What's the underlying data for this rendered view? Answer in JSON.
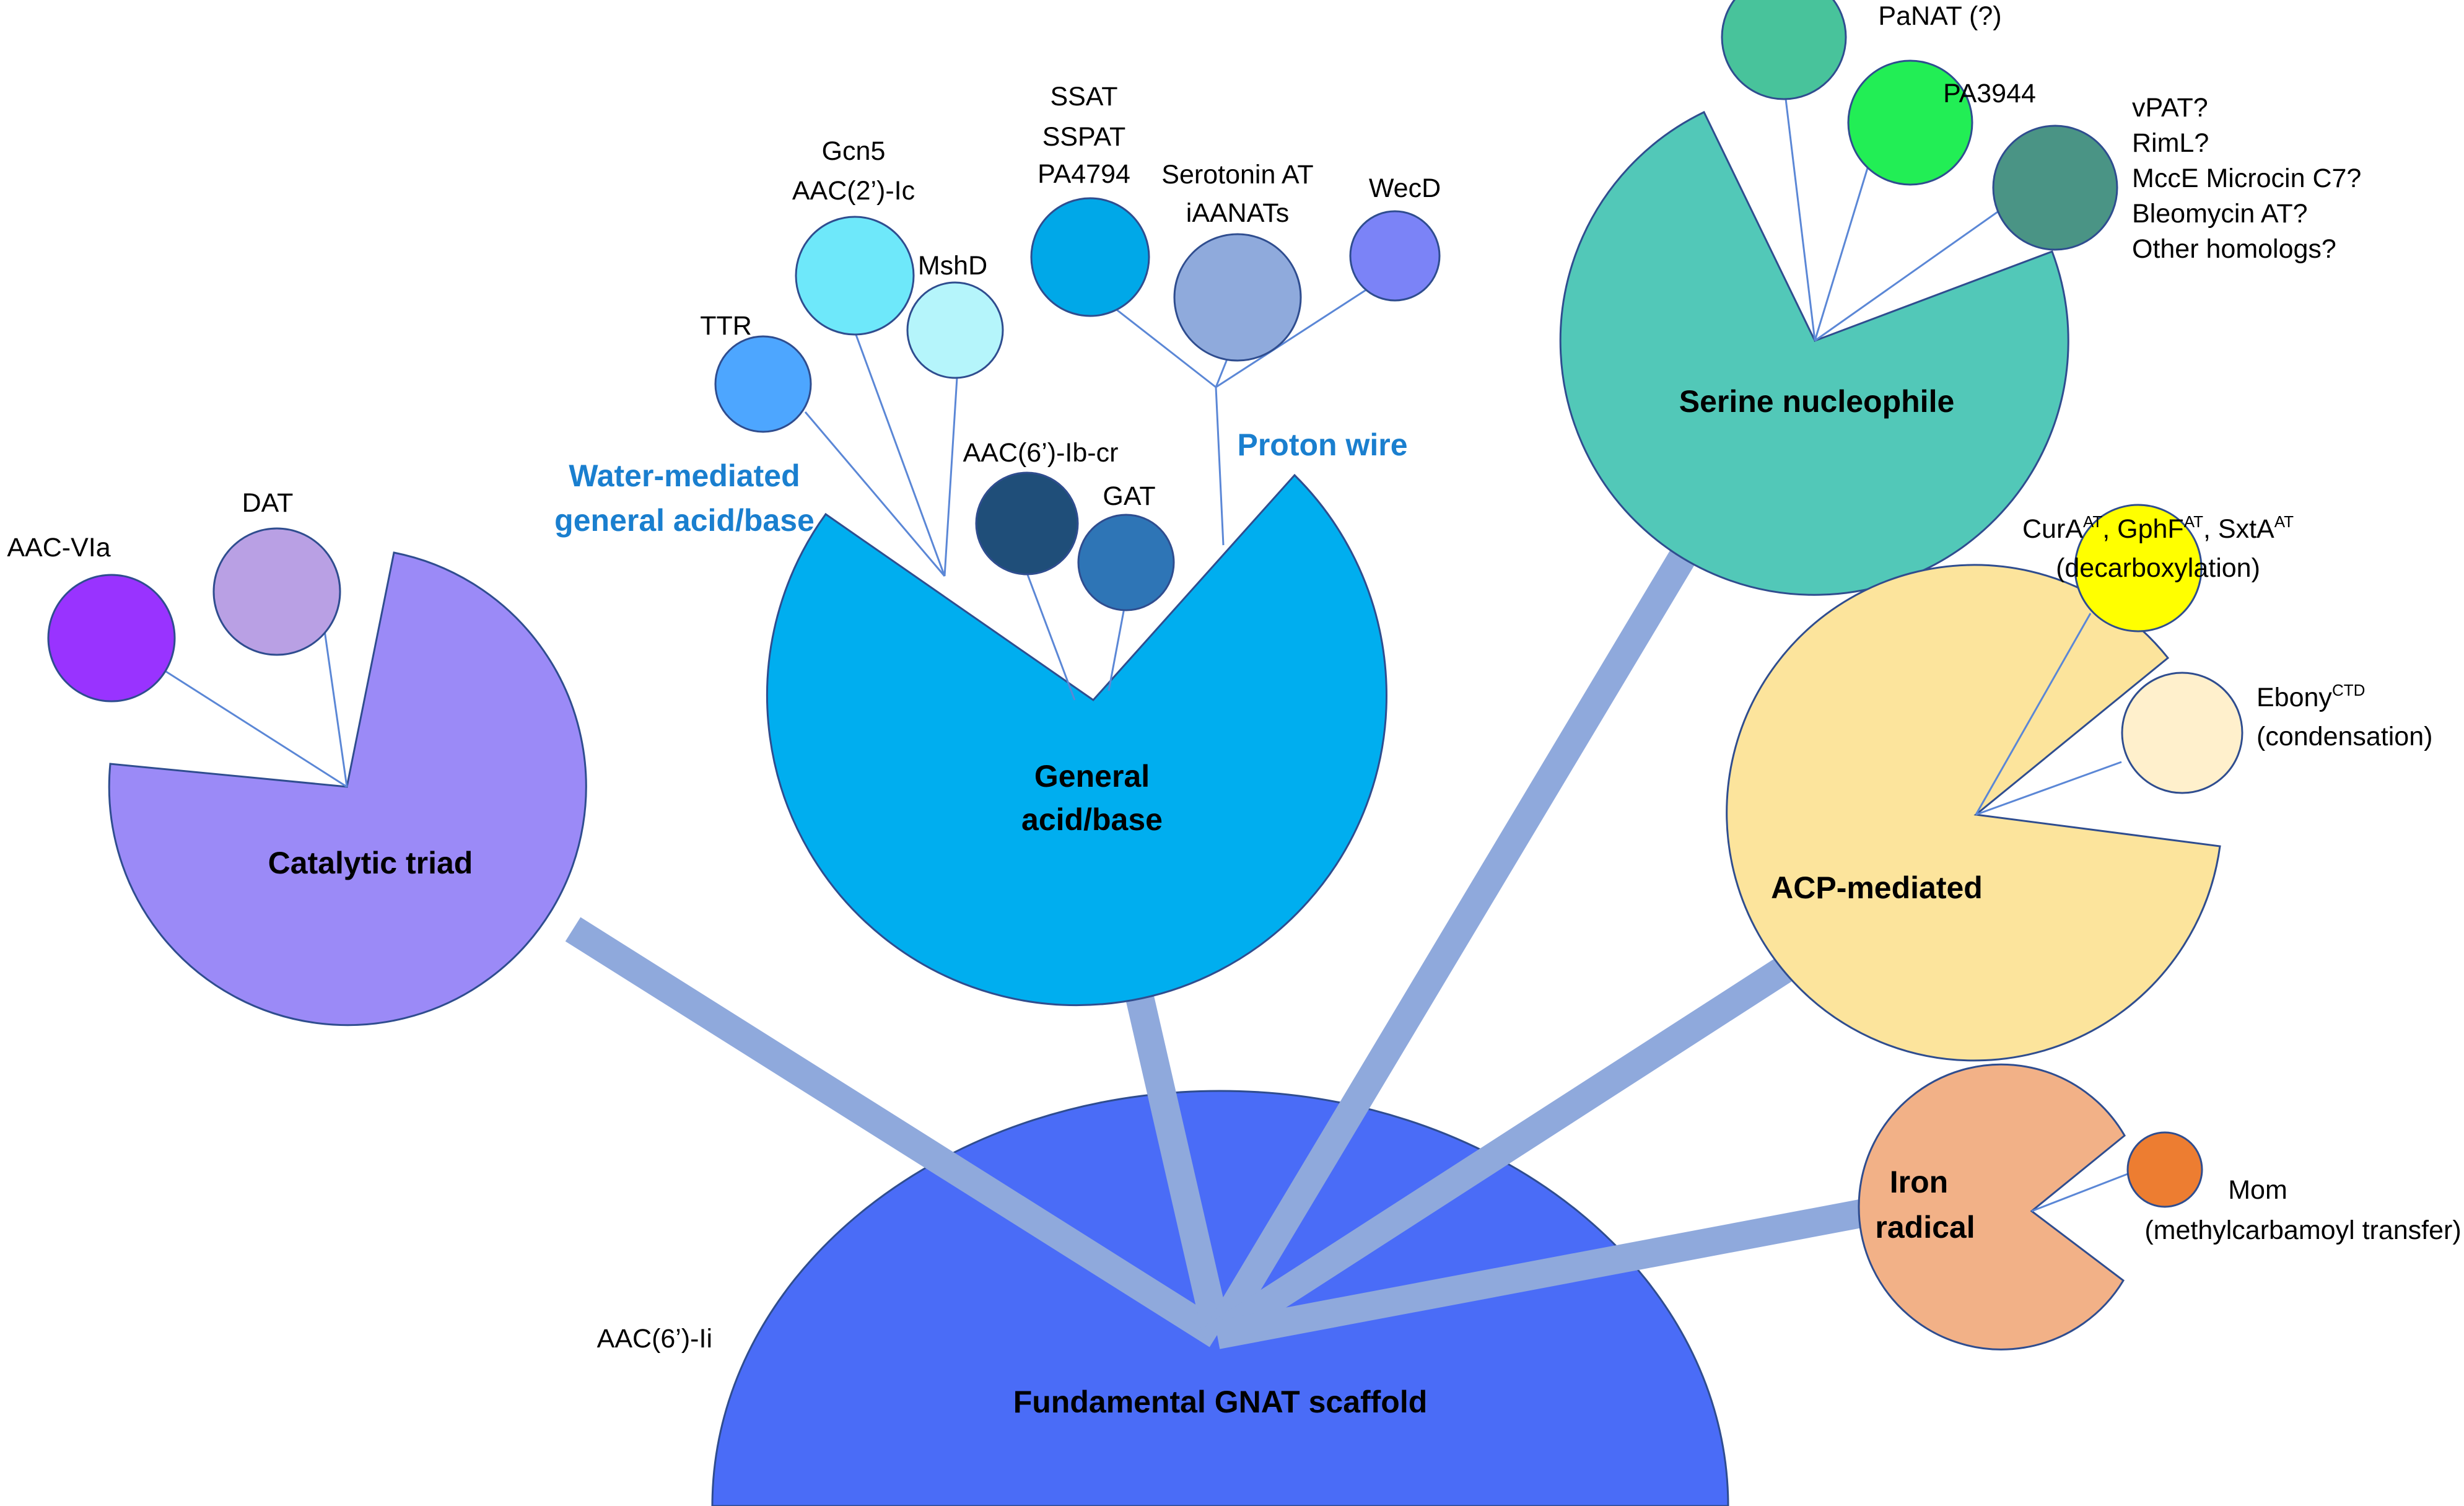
{
  "colors": {
    "trunk": "#8fa9dc",
    "scaffold": "#4a6cf7",
    "catalytic_triad": "#9b8af7",
    "general_acid_base": "#00aeef",
    "serine_nucleophile": "#52c8b8",
    "acp_mediated": "#fce49c",
    "iron_radical": "#f2b187",
    "twig": "#5b87d6",
    "outline": "#2f4d8f",
    "subtitle_blue": "#1a7fcf"
  },
  "scaffold": {
    "label": "Fundamental GNAT scaffold",
    "member": "AAC(6’)-Ii"
  },
  "catalytic_triad": {
    "label": "Catalytic triad",
    "members": [
      {
        "label": "AAC-VIa",
        "color": "#9933ff"
      },
      {
        "label": "DAT",
        "color": "#b9a0e4"
      }
    ]
  },
  "general_acid_base": {
    "label_line1": "General",
    "label_line2": "acid/base",
    "water_mediated": {
      "line1": "Water-mediated",
      "line2": "general acid/base"
    },
    "proton_wire": "Proton wire",
    "members": {
      "ttr": {
        "label": "TTR",
        "color": "#4da6ff"
      },
      "gcn5": {
        "label_line1": "Gcn5",
        "label_line2": "AAC(2’)-Ic",
        "color": "#6ee8fa"
      },
      "mshd": {
        "label": "MshD",
        "color": "#b5f5fb"
      },
      "aac6_ib": {
        "label": "AAC(6’)-Ib-cr",
        "color": "#1f4e79"
      },
      "gat": {
        "label": "GAT",
        "color": "#2e75b6"
      },
      "ssat": {
        "label_line1": "SSAT",
        "label_line2": "SSPAT",
        "label_line3": "PA4794",
        "color": "#00a8e8"
      },
      "serotonin": {
        "label_line1": "Serotonin AT",
        "label_line2": "iAANATs",
        "color": "#8faadc"
      },
      "wecd": {
        "label": "WecD",
        "color": "#7b83f7"
      }
    }
  },
  "serine_nucleophile": {
    "label": "Serine nucleophile",
    "members": {
      "panat": {
        "label": "PaNAT (?)",
        "color": "#48c39b"
      },
      "pa3944": {
        "label": "PA3944",
        "color": "#22ee55"
      },
      "others": {
        "color": "#4a9485",
        "lines": [
          "vPAT?",
          "RimL?",
          "MccE Microcin C7?",
          "Bleomycin AT?",
          "Other homologs?"
        ]
      }
    }
  },
  "acp_mediated": {
    "label": "ACP-mediated",
    "members": {
      "cura": {
        "color": "#ffff00",
        "name1": "CurA",
        "sup1": "AT",
        "sep1": ", ",
        "name2": "GphF",
        "sup2": "AT",
        "sep2": ", ",
        "name3": "SxtA",
        "sup3": "AT",
        "note": "(decarboxylation)"
      },
      "ebony": {
        "color": "#fff0cc",
        "name": "Ebony",
        "sup": "CTD",
        "note": "(condensation)"
      }
    }
  },
  "iron_radical": {
    "label_line1": "Iron",
    "label_line2": "radical",
    "member": {
      "label": "Mom",
      "note": "(methylcarbamoyl transfer)",
      "color": "#ed7d31"
    }
  }
}
